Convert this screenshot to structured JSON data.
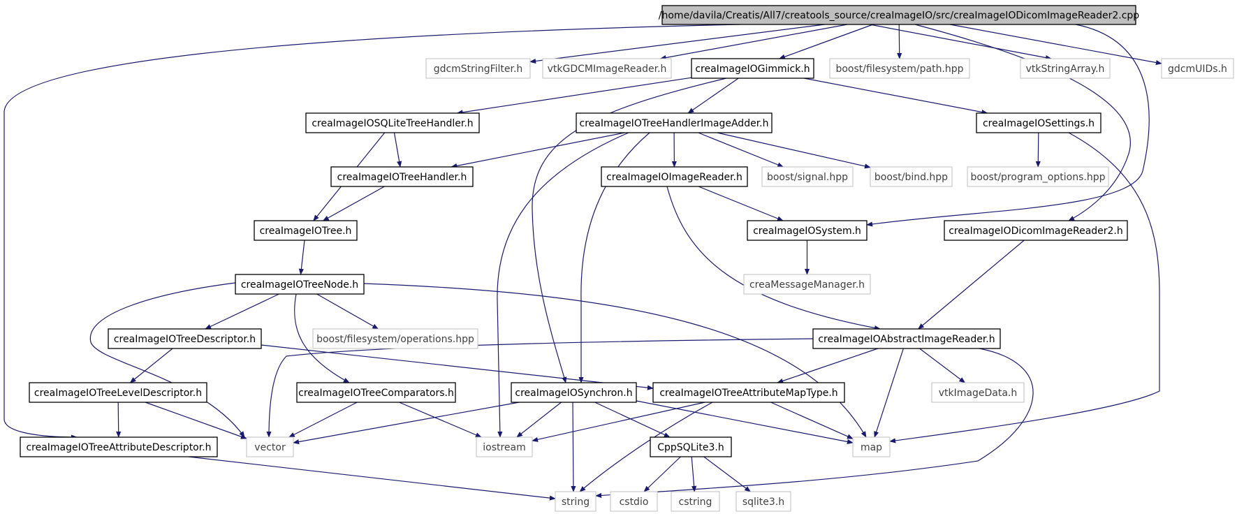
{
  "diagram": {
    "type": "include-dependency-graph",
    "edge_color": "#191970",
    "nodes": [
      {
        "id": "root",
        "label": "/home/davila/Creatis/All7/creatools_source/creaImageIO/src/creaImageIODicomImageReader2.cpp",
        "kind": "root"
      },
      {
        "id": "gdcmStringFilter",
        "label": "gdcmStringFilter.h",
        "kind": "external"
      },
      {
        "id": "vtkGDCMImageReader",
        "label": "vtkGDCMImageReader.h",
        "kind": "external"
      },
      {
        "id": "Gimmick",
        "label": "creaImageIOGimmick.h",
        "kind": "local"
      },
      {
        "id": "bfsPath",
        "label": "boost/filesystem/path.hpp",
        "kind": "external"
      },
      {
        "id": "vtkStringArray",
        "label": "vtkStringArray.h",
        "kind": "external"
      },
      {
        "id": "gdcmUIDs",
        "label": "gdcmUIDs.h",
        "kind": "external"
      },
      {
        "id": "SQLiteTreeHandler",
        "label": "creaImageIOSQLiteTreeHandler.h",
        "kind": "local"
      },
      {
        "id": "TreeHandlerImageAdder",
        "label": "creaImageIOTreeHandlerImageAdder.h",
        "kind": "local"
      },
      {
        "id": "Settings",
        "label": "creaImageIOSettings.h",
        "kind": "local"
      },
      {
        "id": "TreeHandler",
        "label": "creaImageIOTreeHandler.h",
        "kind": "local"
      },
      {
        "id": "ImageReader",
        "label": "creaImageIOImageReader.h",
        "kind": "local"
      },
      {
        "id": "boostSignal",
        "label": "boost/signal.hpp",
        "kind": "external"
      },
      {
        "id": "boostBind",
        "label": "boost/bind.hpp",
        "kind": "external"
      },
      {
        "id": "boostProgOpts",
        "label": "boost/program_options.hpp",
        "kind": "external"
      },
      {
        "id": "Tree",
        "label": "creaImageIOTree.h",
        "kind": "local"
      },
      {
        "id": "System",
        "label": "creaImageIOSystem.h",
        "kind": "local"
      },
      {
        "id": "DicomImageReader2",
        "label": "creaImageIODicomImageReader2.h",
        "kind": "local"
      },
      {
        "id": "TreeNode",
        "label": "creaImageIOTreeNode.h",
        "kind": "local"
      },
      {
        "id": "creaMessageManager",
        "label": "creaMessageManager.h",
        "kind": "external"
      },
      {
        "id": "TreeDescriptor",
        "label": "creaImageIOTreeDescriptor.h",
        "kind": "local"
      },
      {
        "id": "bfsOps",
        "label": "boost/filesystem/operations.hpp",
        "kind": "external"
      },
      {
        "id": "AbstractImageReader",
        "label": "creaImageIOAbstractImageReader.h",
        "kind": "local"
      },
      {
        "id": "TreeLevelDescriptor",
        "label": "creaImageIOTreeLevelDescriptor.h",
        "kind": "local"
      },
      {
        "id": "TreeComparators",
        "label": "creaImageIOTreeComparators.h",
        "kind": "local"
      },
      {
        "id": "Synchron",
        "label": "creaImageIOSynchron.h",
        "kind": "local"
      },
      {
        "id": "TreeAttributeMapType",
        "label": "creaImageIOTreeAttributeMapType.h",
        "kind": "local"
      },
      {
        "id": "vtkImageData",
        "label": "vtkImageData.h",
        "kind": "external"
      },
      {
        "id": "TreeAttributeDescriptor",
        "label": "creaImageIOTreeAttributeDescriptor.h",
        "kind": "local"
      },
      {
        "id": "vector",
        "label": "vector",
        "kind": "external"
      },
      {
        "id": "iostream",
        "label": "iostream",
        "kind": "external"
      },
      {
        "id": "CppSQLite3",
        "label": "CppSQLite3.h",
        "kind": "local"
      },
      {
        "id": "map",
        "label": "map",
        "kind": "external"
      },
      {
        "id": "string",
        "label": "string",
        "kind": "external"
      },
      {
        "id": "cstdio",
        "label": "cstdio",
        "kind": "external"
      },
      {
        "id": "cstring",
        "label": "cstring",
        "kind": "external"
      },
      {
        "id": "sqlite3",
        "label": "sqlite3.h",
        "kind": "external"
      }
    ],
    "edges": [
      [
        "root",
        "gdcmStringFilter"
      ],
      [
        "root",
        "vtkGDCMImageReader"
      ],
      [
        "root",
        "Gimmick"
      ],
      [
        "root",
        "bfsPath"
      ],
      [
        "root",
        "vtkStringArray"
      ],
      [
        "root",
        "gdcmUIDs"
      ],
      [
        "root",
        "TreeAttributeDescriptor"
      ],
      [
        "root",
        "System"
      ],
      [
        "root",
        "DicomImageReader2"
      ],
      [
        "Gimmick",
        "SQLiteTreeHandler"
      ],
      [
        "Gimmick",
        "TreeHandlerImageAdder"
      ],
      [
        "Gimmick",
        "Settings"
      ],
      [
        "Gimmick",
        "Synchron"
      ],
      [
        "SQLiteTreeHandler",
        "TreeHandler"
      ],
      [
        "SQLiteTreeHandler",
        "Tree"
      ],
      [
        "TreeHandlerImageAdder",
        "TreeHandler"
      ],
      [
        "TreeHandlerImageAdder",
        "ImageReader"
      ],
      [
        "TreeHandlerImageAdder",
        "boostSignal"
      ],
      [
        "TreeHandlerImageAdder",
        "boostBind"
      ],
      [
        "TreeHandlerImageAdder",
        "Synchron"
      ],
      [
        "TreeHandlerImageAdder",
        "iostream"
      ],
      [
        "Settings",
        "boostProgOpts"
      ],
      [
        "Settings",
        "map"
      ],
      [
        "TreeHandler",
        "Tree"
      ],
      [
        "Tree",
        "TreeNode"
      ],
      [
        "ImageReader",
        "System"
      ],
      [
        "ImageReader",
        "AbstractImageReader"
      ],
      [
        "System",
        "creaMessageManager"
      ],
      [
        "DicomImageReader2",
        "AbstractImageReader"
      ],
      [
        "TreeNode",
        "TreeDescriptor"
      ],
      [
        "TreeNode",
        "bfsOps"
      ],
      [
        "TreeNode",
        "TreeComparators"
      ],
      [
        "TreeNode",
        "vector"
      ],
      [
        "TreeNode",
        "map"
      ],
      [
        "TreeDescriptor",
        "TreeLevelDescriptor"
      ],
      [
        "TreeDescriptor",
        "TreeAttributeMapType"
      ],
      [
        "AbstractImageReader",
        "TreeAttributeMapType"
      ],
      [
        "AbstractImageReader",
        "vtkImageData"
      ],
      [
        "AbstractImageReader",
        "map"
      ],
      [
        "AbstractImageReader",
        "vector"
      ],
      [
        "AbstractImageReader",
        "string"
      ],
      [
        "TreeLevelDescriptor",
        "TreeAttributeDescriptor"
      ],
      [
        "TreeLevelDescriptor",
        "vector"
      ],
      [
        "TreeComparators",
        "vector"
      ],
      [
        "TreeComparators",
        "iostream"
      ],
      [
        "Synchron",
        "CppSQLite3"
      ],
      [
        "Synchron",
        "vector"
      ],
      [
        "Synchron",
        "iostream"
      ],
      [
        "Synchron",
        "map"
      ],
      [
        "Synchron",
        "string"
      ],
      [
        "TreeAttributeMapType",
        "map"
      ],
      [
        "TreeAttributeMapType",
        "string"
      ],
      [
        "TreeAttributeMapType",
        "iostream"
      ],
      [
        "TreeAttributeDescriptor",
        "string"
      ],
      [
        "CppSQLite3",
        "cstdio"
      ],
      [
        "CppSQLite3",
        "cstring"
      ],
      [
        "CppSQLite3",
        "sqlite3"
      ]
    ]
  }
}
